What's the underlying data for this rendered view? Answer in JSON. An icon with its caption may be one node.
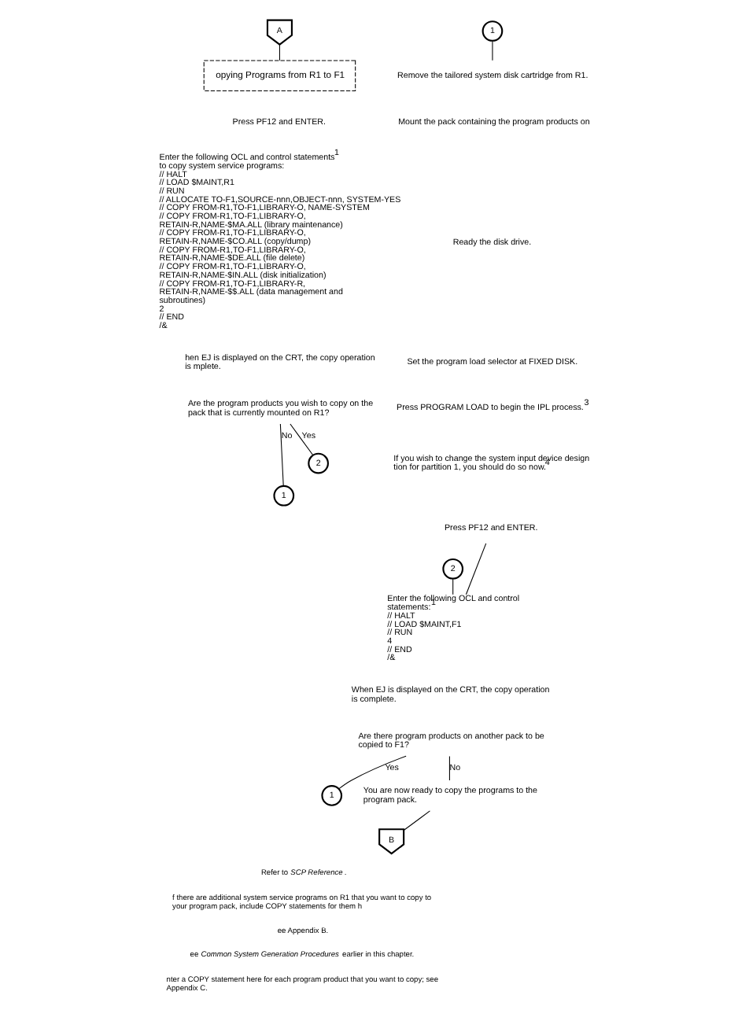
{
  "diagram": {
    "nodes": [
      {
        "text": [
          "A"
        ]
      },
      {
        "text": [
          "opying Programs from R1 to F1"
        ]
      },
      {
        "text": [
          "Press PF12 and ENTER."
        ]
      },
      {
        "text": [
          "Enter the following OCL and control statements$^{1}$ to copy system service programs:",
          "// HALT",
          "// LOAD $MAINT,R1",
          "// RUN",
          "// ALLOCATE TO-F1,SOURCE-nnn,OBJECT-nnn, SYSTEM-YES",
          "// COPY FROM-R1,TO-F1,LIBRARY-O, NAME-SYSTEM",
          "// COPY FROM-R1,TO-F1,LIBRARY-O, RETAIN-R,NAME-$MA.ALL (library maintenance)",
          "// COPY FROM-R1,TO-F1,LIBRARY-O, RETAIN-R,NAME-$CO.ALL (copy/dump)",
          "// COPY FROM-R1,TO-F1,LIBRARY-O, RETAIN-R,NAME-$DE.ALL (file delete)",
          "// COPY FROM-R1,TO-F1,LIBRARY-O, RETAIN-R,NAME-$IN.ALL (disk initialization)",
          "// COPY FROM-R1,TO-F1,LIBRARY-R, RETAIN-R,NAME-$$.ALL (data management and subroutines)",
          "2",
          "// END",
          "/&"
        ]
      },
      {
        "text": [
          "hen EJ is displayed on the CRT, the copy operation is mplete."
        ]
      },
      {
        "text": [
          "Are the program products you wish to copy on the pack that is currently mounted on R1?"
        ]
      },
      {
        "text": [
          "1"
        ]
      },
      {
        "text": [
          "2"
        ]
      },
      {
        "text": [
          "1"
        ]
      },
      {
        "text": [
          "Remove the tailored system disk cartridge from R1."
        ]
      },
      {
        "text": [
          "Mount the pack containing the program products on"
        ]
      },
      {
        "text": [
          "Ready the disk drive."
        ]
      },
      {
        "text": [
          "Set the program load selector at FIXED DISK."
        ]
      },
      {
        "text": [
          "Press PROGRAM LOAD to begin the IPL process.$^{3}$"
        ]
      },
      {
        "text": [
          "If you wish to change the system input device design tion for partition 1, you should do so now.$^{4}$"
        ]
      },
      {
        "text": [
          "Press PF12 and ENTER."
        ]
      },
      {
        "text": [
          "2"
        ]
      },
      {
        "text": [
          "Enter the following OCL and control statements:$^{1}$",
          "// HALT",
          "// LOAD $MAINT,F1",
          "// RUN",
          "4",
          "// END",
          "/&"
        ]
      },
      {
        "text": [
          "When EJ is displayed on the CRT, the copy operation is complete."
        ]
      },
      {
        "text": [
          "Are there program products on another pack to be copied to F1?"
        ]
      },
      {
        "text": [
          "1"
        ]
      },
      {
        "text": [
          "You are now ready to copy the programs to the program pack."
        ]
      },
      {
        "text": [
          "B"
        ]
      }
    ],
    "edges": [
      {
        "from": 0,
        "to": 1,
        "arrow": "none"
      },
      {
        "from": 5,
        "to": 6,
        "arrow": "none",
        "label": "No"
      },
      {
        "from": 5,
        "to": 7,
        "arrow": "none",
        "label": "Yes"
      },
      {
        "from": 8,
        "to": 9,
        "arrow": "none"
      },
      {
        "from": 15,
        "to": 17,
        "arrow": "none"
      },
      {
        "from": 16,
        "to": 17,
        "arrow": "none"
      },
      {
        "from": 19,
        "to": 21,
        "arrow": "none",
        "label": "No"
      },
      {
        "from": 19,
        "to": 20,
        "arrow": "none",
        "label": "Yes"
      },
      {
        "from": 21,
        "to": 22,
        "arrow": "none"
      }
    ],
    "labels": [
      "Refer to *SCP Reference*.",
      "f there are additional system service programs on R1 that you want to copy to your program pack, include COPY statements for them h",
      "ee Appendix B.",
      "ee *Common System Generation Procedures* earlier in this chapter.",
      "nter a COPY statement here for each program product that you want to copy; see Appendix C."
    ]
  }
}
